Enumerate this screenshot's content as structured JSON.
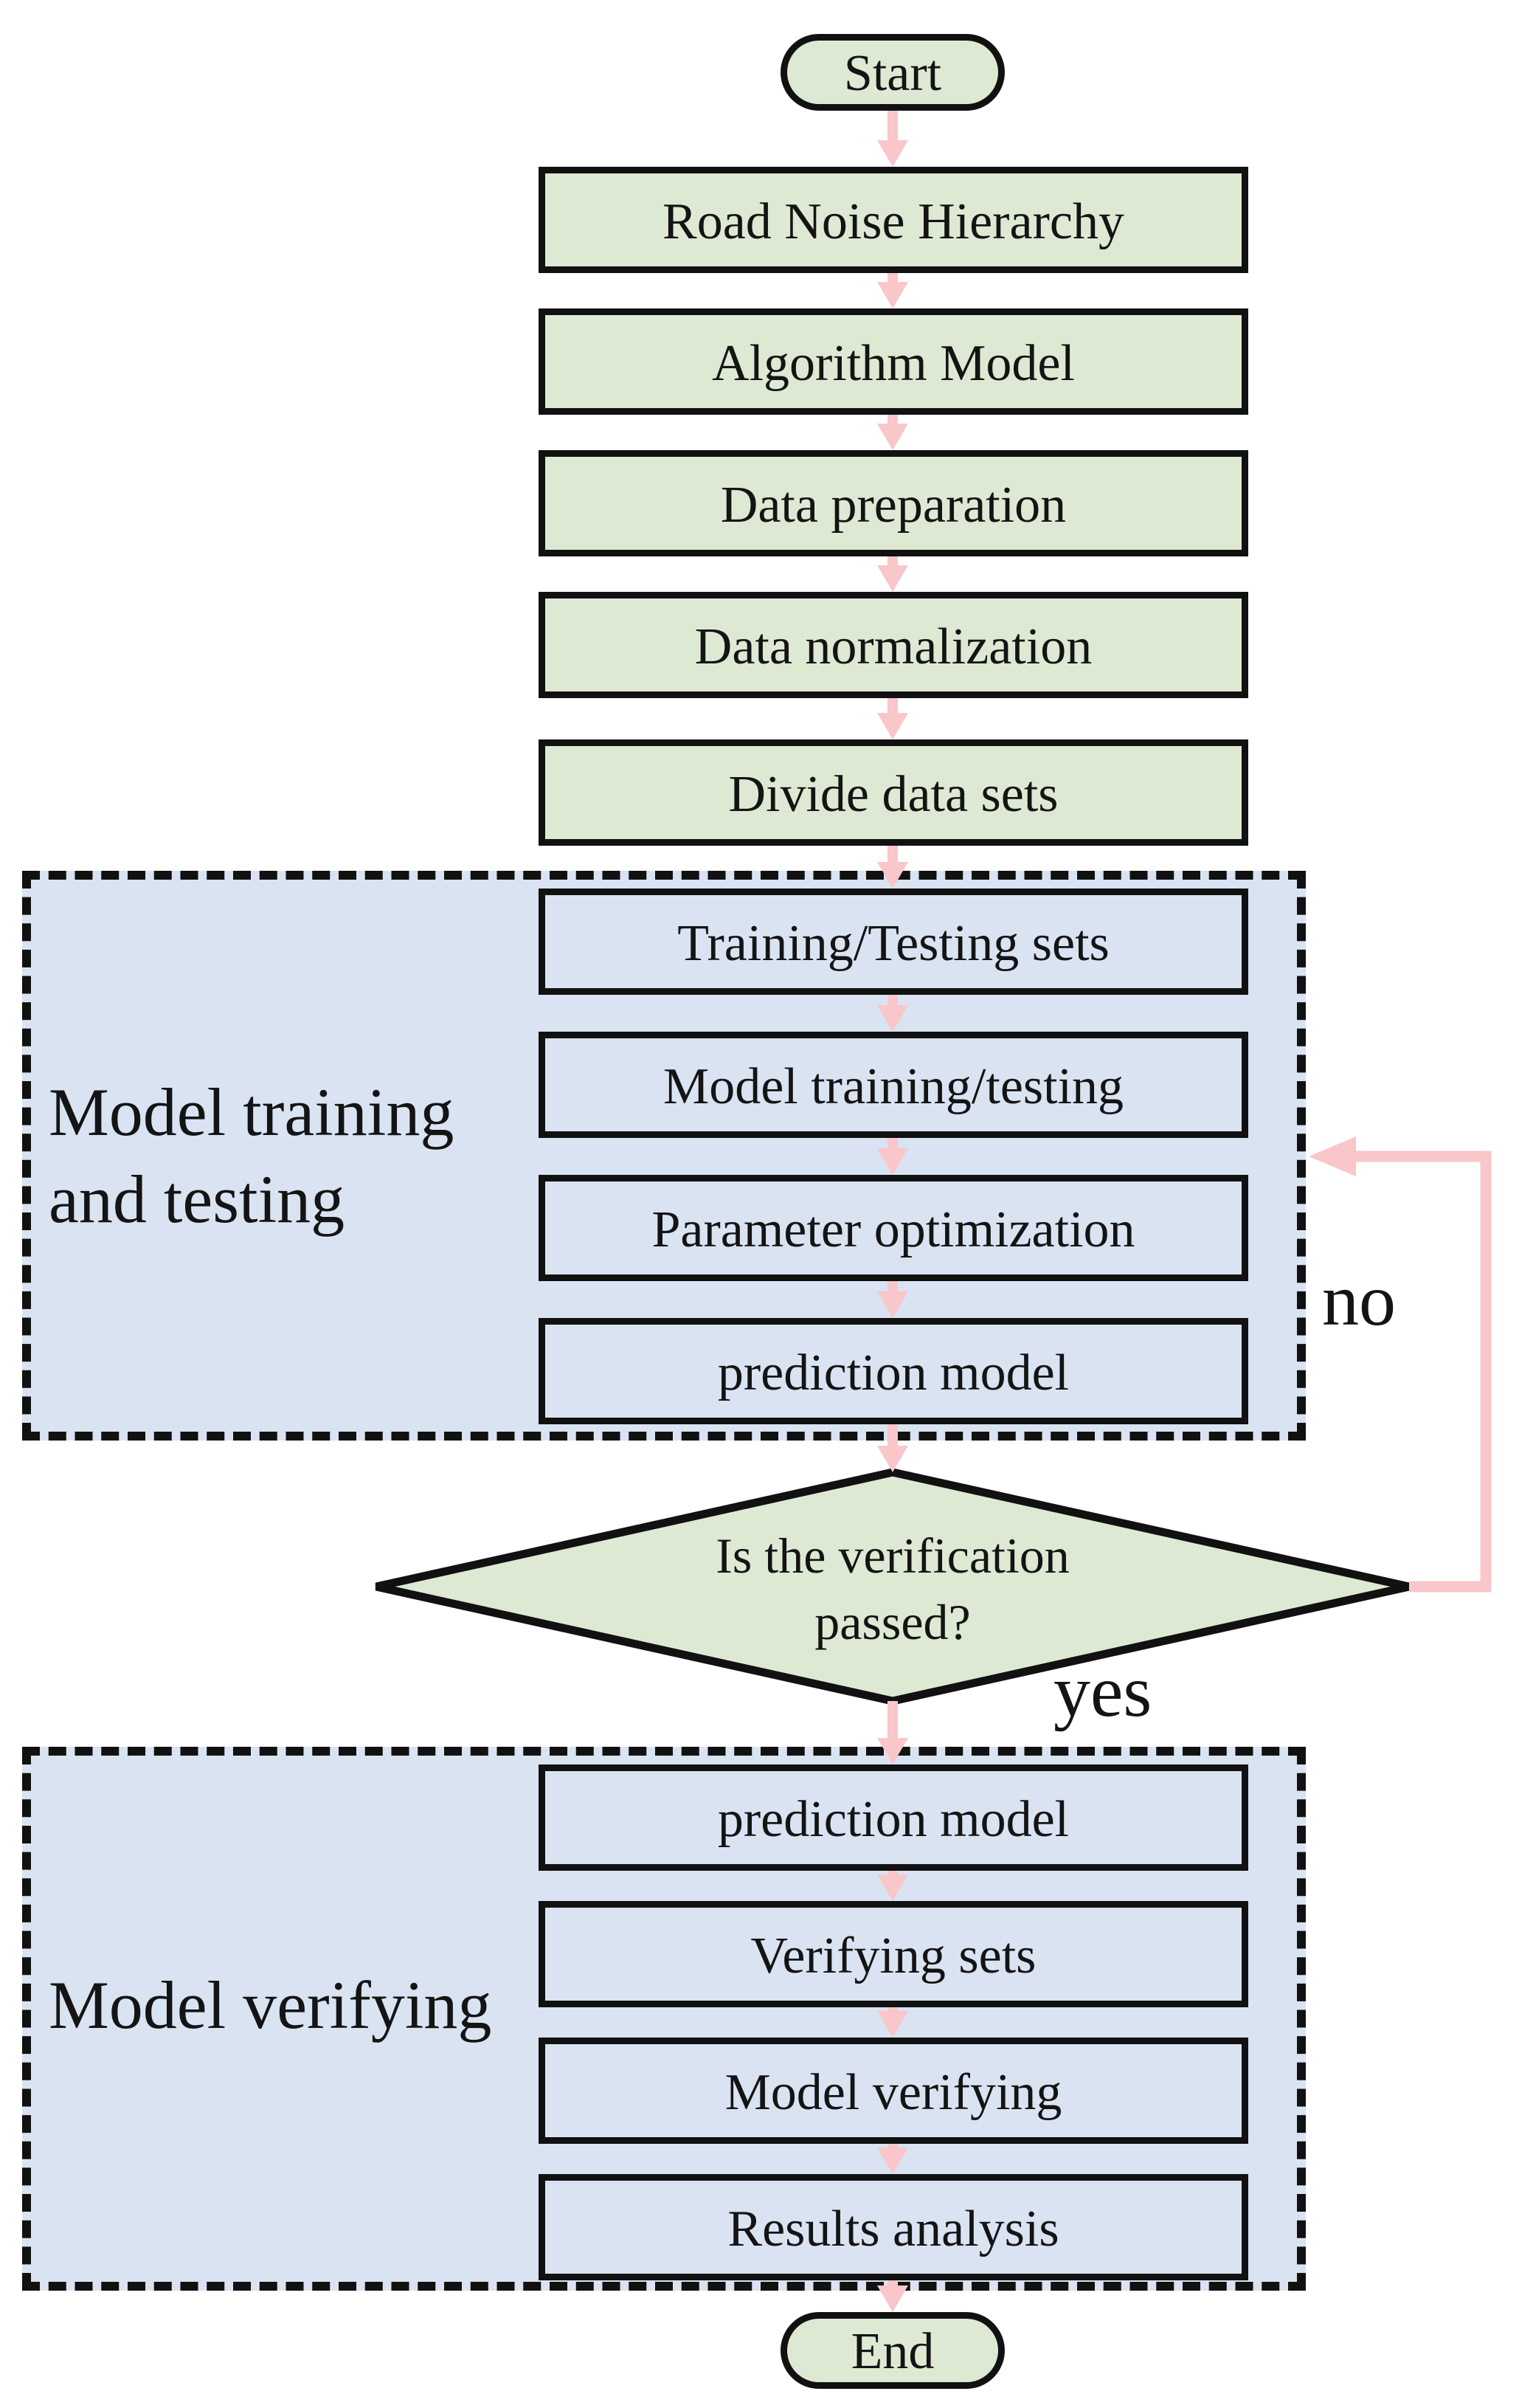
{
  "flowchart": {
    "terminals": {
      "start": "Start",
      "end": "End"
    },
    "preprocess_steps": [
      "Road Noise Hierarchy",
      "Algorithm Model",
      "Data preparation",
      "Data normalization",
      "Divide data sets"
    ],
    "training_group": {
      "label_line1": "Model training",
      "label_line2": "and testing",
      "steps": [
        "Training/Testing sets",
        "Model training/testing",
        "Parameter optimization",
        "prediction model"
      ]
    },
    "decision": {
      "line1": "Is the verification",
      "line2": "passed?",
      "no_label": "no",
      "yes_label": "yes"
    },
    "verifying_group": {
      "label": "Model verifying",
      "steps": [
        "prediction model",
        "Verifying sets",
        "Model verifying",
        "Results analysis"
      ]
    },
    "colors": {
      "process_green": "#dee9d4",
      "group_blue": "#dae3f2",
      "arrow_pink": "#f9c6c9",
      "border_black": "#111111"
    }
  }
}
